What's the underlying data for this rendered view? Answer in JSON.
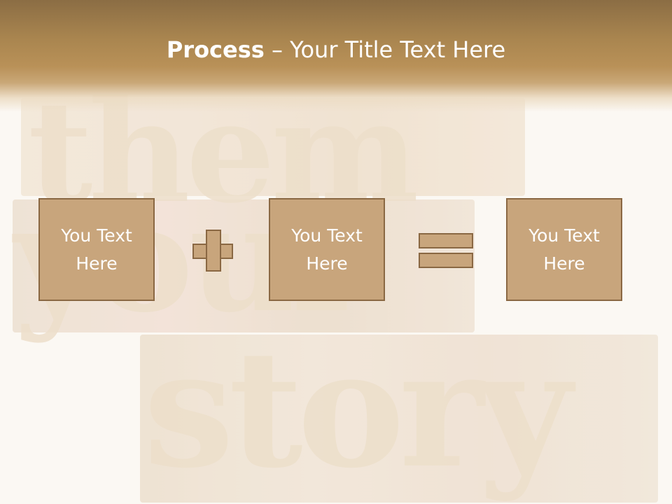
{
  "slide": {
    "title_bold": "Process",
    "title_rest": " – Your Title Text Here"
  },
  "background_words": {
    "line1": "them",
    "line2": "your",
    "line3": "story"
  },
  "boxes": [
    {
      "text": "You Text Here"
    },
    {
      "text": "You Text Here"
    },
    {
      "text": "You Text Here"
    }
  ],
  "operators": [
    "plus-icon",
    "equals-icon"
  ],
  "colors": {
    "band_dark": "#8b6d44",
    "box_fill": "#c8a57c",
    "box_border": "#8a6843",
    "text": "#ffffff"
  }
}
